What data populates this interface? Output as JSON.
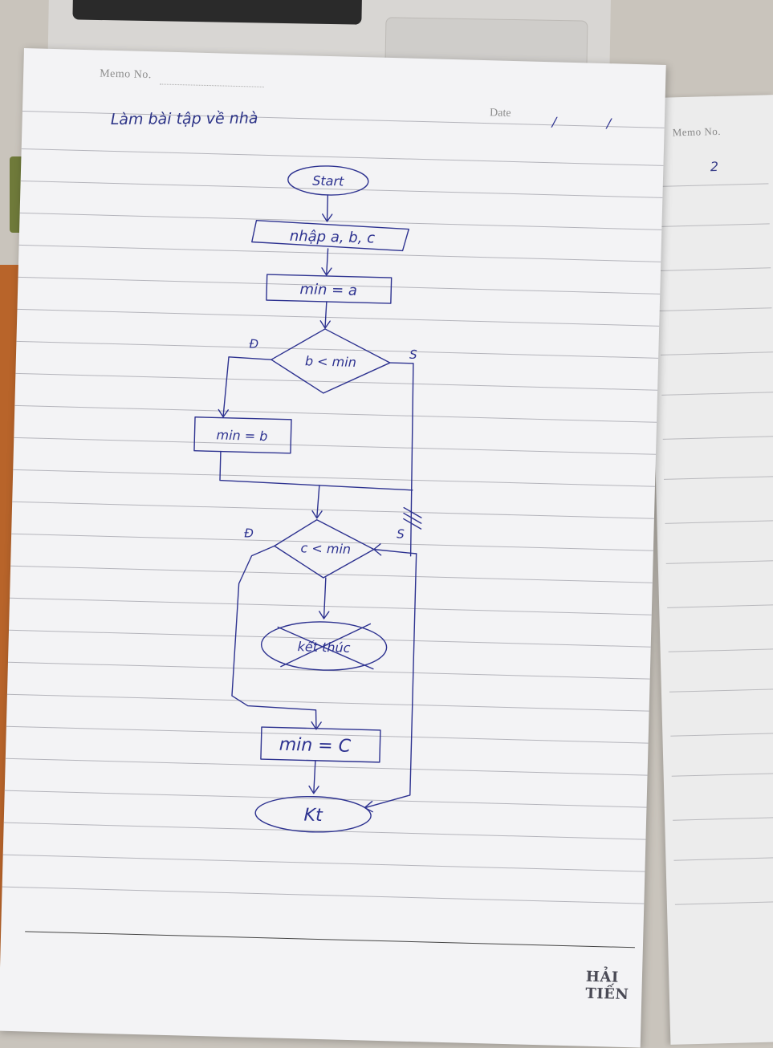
{
  "right_page": {
    "memo_label": "Memo No.",
    "number": "2"
  },
  "page": {
    "memo_label": "Memo No.",
    "date_label": "Date",
    "date_slash_1": "/",
    "date_slash_2": "/",
    "heading": "Làm bài tập về nhà",
    "brand": "HẢI TIẾN"
  },
  "flowchart": {
    "start": "Start",
    "input": "nhập a, b, c",
    "assign_a": "min = a",
    "decision_b": "b < min",
    "decision_b_false": "Đ",
    "decision_b_true": "S",
    "assign_b": "min = b",
    "decision_c": "c < min",
    "decision_c_false": "Đ",
    "decision_c_true": "S",
    "crossed_end": "kết thúc",
    "assign_c": "min = C",
    "end": "Kt"
  }
}
